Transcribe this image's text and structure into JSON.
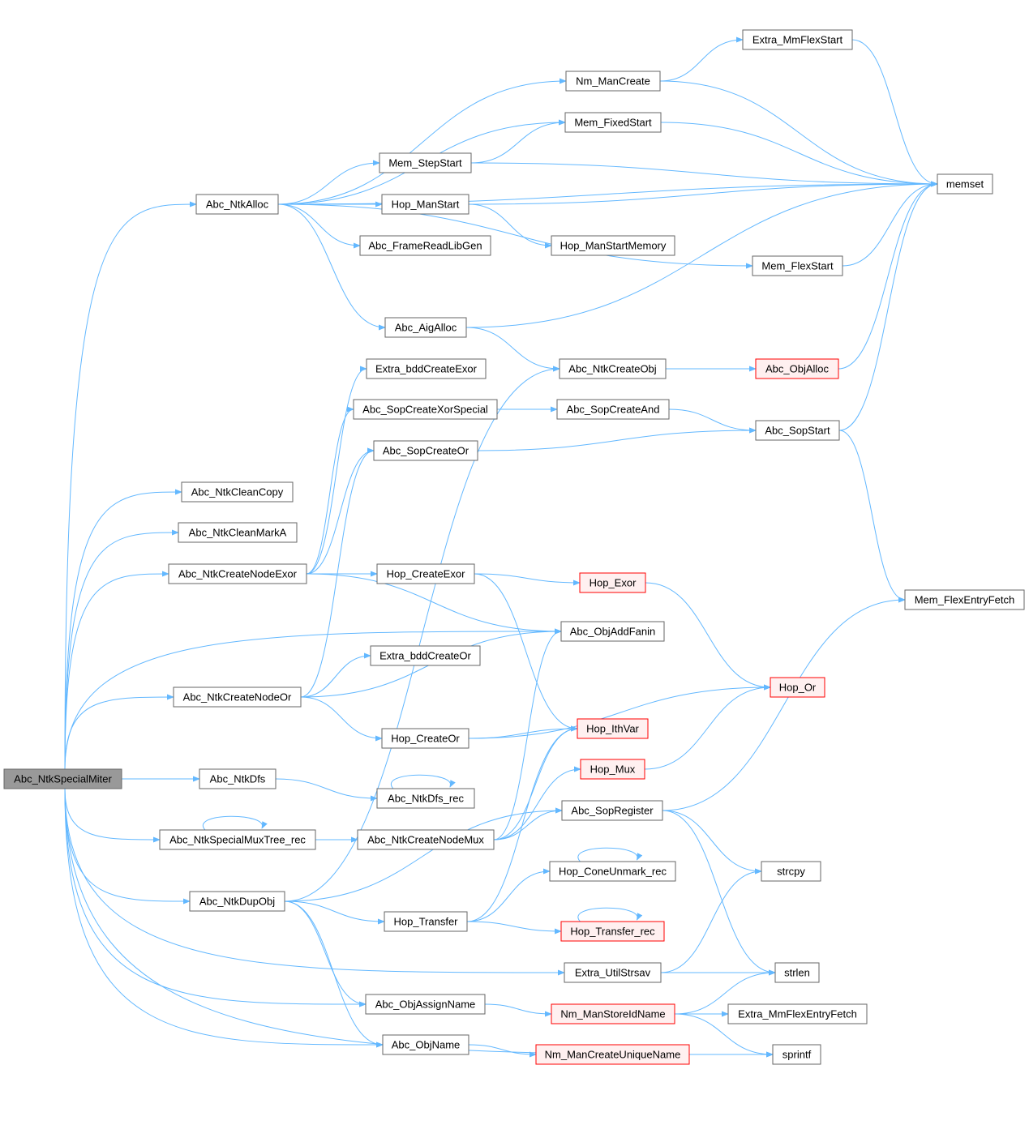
{
  "colors": {
    "edge": "#63b8ff",
    "node_border": "#666666",
    "root_fill": "#999999",
    "red_border": "#ff0000",
    "red_fill": "#fff0f0"
  },
  "nodes": [
    {
      "id": "miter",
      "label": "Abc_NtkSpecialMiter",
      "kind": "root"
    },
    {
      "id": "ntkAlloc",
      "label": "Abc_NtkAlloc",
      "kind": "normal"
    },
    {
      "id": "cleanCopy",
      "label": "Abc_NtkCleanCopy",
      "kind": "normal"
    },
    {
      "id": "cleanMarkA",
      "label": "Abc_NtkCleanMarkA",
      "kind": "normal"
    },
    {
      "id": "createNodeExor",
      "label": "Abc_NtkCreateNodeExor",
      "kind": "normal"
    },
    {
      "id": "createNodeOr",
      "label": "Abc_NtkCreateNodeOr",
      "kind": "normal"
    },
    {
      "id": "ntkDfs",
      "label": "Abc_NtkDfs",
      "kind": "normal"
    },
    {
      "id": "muxTreeRec",
      "label": "Abc_NtkSpecialMuxTree_rec",
      "kind": "normal"
    },
    {
      "id": "dupObj",
      "label": "Abc_NtkDupObj",
      "kind": "normal"
    },
    {
      "id": "mmFlexStart",
      "label": "Extra_MmFlexStart",
      "kind": "normal"
    },
    {
      "id": "nmManCreate",
      "label": "Nm_ManCreate",
      "kind": "normal"
    },
    {
      "id": "memFixedStart",
      "label": "Mem_FixedStart",
      "kind": "normal"
    },
    {
      "id": "memStepStart",
      "label": "Mem_StepStart",
      "kind": "normal"
    },
    {
      "id": "hopManStart",
      "label": "Hop_ManStart",
      "kind": "normal"
    },
    {
      "id": "frameReadLibGen",
      "label": "Abc_FrameReadLibGen",
      "kind": "normal"
    },
    {
      "id": "hopManStartMemory",
      "label": "Hop_ManStartMemory",
      "kind": "normal"
    },
    {
      "id": "memFlexStart",
      "label": "Mem_FlexStart",
      "kind": "normal"
    },
    {
      "id": "aigAlloc",
      "label": "Abc_AigAlloc",
      "kind": "normal"
    },
    {
      "id": "memset",
      "label": "memset",
      "kind": "normal"
    },
    {
      "id": "bddCreateExor",
      "label": "Extra_bddCreateExor",
      "kind": "normal"
    },
    {
      "id": "ntkCreateObj",
      "label": "Abc_NtkCreateObj",
      "kind": "normal"
    },
    {
      "id": "objAlloc",
      "label": "Abc_ObjAlloc",
      "kind": "red"
    },
    {
      "id": "sopCreateXorSpecial",
      "label": "Abc_SopCreateXorSpecial",
      "kind": "normal"
    },
    {
      "id": "sopCreateAnd",
      "label": "Abc_SopCreateAnd",
      "kind": "normal"
    },
    {
      "id": "sopStart",
      "label": "Abc_SopStart",
      "kind": "normal"
    },
    {
      "id": "sopCreateOr",
      "label": "Abc_SopCreateOr",
      "kind": "normal"
    },
    {
      "id": "memFlexEntryFetch",
      "label": "Mem_FlexEntryFetch",
      "kind": "normal"
    },
    {
      "id": "hopCreateExor",
      "label": "Hop_CreateExor",
      "kind": "normal"
    },
    {
      "id": "hopExor",
      "label": "Hop_Exor",
      "kind": "red"
    },
    {
      "id": "objAddFanin",
      "label": "Abc_ObjAddFanin",
      "kind": "normal"
    },
    {
      "id": "bddCreateOr",
      "label": "Extra_bddCreateOr",
      "kind": "normal"
    },
    {
      "id": "hopOr",
      "label": "Hop_Or",
      "kind": "red"
    },
    {
      "id": "hopCreateOr",
      "label": "Hop_CreateOr",
      "kind": "normal"
    },
    {
      "id": "hopIthVar",
      "label": "Hop_IthVar",
      "kind": "red"
    },
    {
      "id": "hopMux",
      "label": "Hop_Mux",
      "kind": "red"
    },
    {
      "id": "ntkDfsRec",
      "label": "Abc_NtkDfs_rec",
      "kind": "normal"
    },
    {
      "id": "sopRegister",
      "label": "Abc_SopRegister",
      "kind": "normal"
    },
    {
      "id": "createNodeMux",
      "label": "Abc_NtkCreateNodeMux",
      "kind": "normal"
    },
    {
      "id": "coneUnmarkRec",
      "label": "Hop_ConeUnmark_rec",
      "kind": "normal"
    },
    {
      "id": "strcpy",
      "label": "strcpy",
      "kind": "normal"
    },
    {
      "id": "hopTransfer",
      "label": "Hop_Transfer",
      "kind": "normal"
    },
    {
      "id": "hopTransferRec",
      "label": "Hop_Transfer_rec",
      "kind": "red"
    },
    {
      "id": "utilStrsav",
      "label": "Extra_UtilStrsav",
      "kind": "normal"
    },
    {
      "id": "strlen",
      "label": "strlen",
      "kind": "normal"
    },
    {
      "id": "objAssignName",
      "label": "Abc_ObjAssignName",
      "kind": "normal"
    },
    {
      "id": "storeIdName",
      "label": "Nm_ManStoreIdName",
      "kind": "red"
    },
    {
      "id": "mmFlexEntryFetch",
      "label": "Extra_MmFlexEntryFetch",
      "kind": "normal"
    },
    {
      "id": "objName",
      "label": "Abc_ObjName",
      "kind": "normal"
    },
    {
      "id": "createUniqueName",
      "label": "Nm_ManCreateUniqueName",
      "kind": "red"
    },
    {
      "id": "sprintf",
      "label": "sprintf",
      "kind": "normal"
    }
  ],
  "edges": [
    [
      "miter",
      "ntkAlloc"
    ],
    [
      "miter",
      "cleanCopy"
    ],
    [
      "miter",
      "cleanMarkA"
    ],
    [
      "miter",
      "createNodeExor"
    ],
    [
      "miter",
      "createNodeOr"
    ],
    [
      "miter",
      "ntkDfs"
    ],
    [
      "miter",
      "muxTreeRec"
    ],
    [
      "miter",
      "dupObj"
    ],
    [
      "miter",
      "objAddFanin"
    ],
    [
      "miter",
      "utilStrsav"
    ],
    [
      "miter",
      "objAssignName"
    ],
    [
      "miter",
      "objName"
    ],
    [
      "miter",
      "sprintf"
    ],
    [
      "ntkAlloc",
      "memset"
    ],
    [
      "ntkAlloc",
      "nmManCreate"
    ],
    [
      "ntkAlloc",
      "memFixedStart"
    ],
    [
      "ntkAlloc",
      "memStepStart"
    ],
    [
      "ntkAlloc",
      "hopManStart"
    ],
    [
      "ntkAlloc",
      "frameReadLibGen"
    ],
    [
      "ntkAlloc",
      "memFlexStart"
    ],
    [
      "ntkAlloc",
      "aigAlloc"
    ],
    [
      "nmManCreate",
      "mmFlexStart"
    ],
    [
      "nmManCreate",
      "memset"
    ],
    [
      "mmFlexStart",
      "memset"
    ],
    [
      "memFixedStart",
      "memset"
    ],
    [
      "memStepStart",
      "memFixedStart"
    ],
    [
      "memStepStart",
      "memset"
    ],
    [
      "hopManStart",
      "memset"
    ],
    [
      "hopManStart",
      "hopManStartMemory"
    ],
    [
      "memFlexStart",
      "memset"
    ],
    [
      "aigAlloc",
      "memset"
    ],
    [
      "aigAlloc",
      "ntkCreateObj"
    ],
    [
      "ntkCreateObj",
      "objAlloc"
    ],
    [
      "objAlloc",
      "memset"
    ],
    [
      "sopStart",
      "memset"
    ],
    [
      "sopStart",
      "memFlexEntryFetch"
    ],
    [
      "sopCreateXorSpecial",
      "sopCreateAnd"
    ],
    [
      "sopCreateAnd",
      "sopStart"
    ],
    [
      "sopCreateOr",
      "sopStart"
    ],
    [
      "createNodeExor",
      "bddCreateExor"
    ],
    [
      "createNodeExor",
      "sopCreateXorSpecial"
    ],
    [
      "createNodeExor",
      "sopCreateOr"
    ],
    [
      "createNodeExor",
      "hopCreateExor"
    ],
    [
      "createNodeExor",
      "objAddFanin"
    ],
    [
      "createNodeOr",
      "bddCreateOr"
    ],
    [
      "createNodeOr",
      "objAddFanin"
    ],
    [
      "createNodeOr",
      "hopCreateOr"
    ],
    [
      "createNodeOr",
      "sopCreateOr"
    ],
    [
      "hopCreateExor",
      "hopExor"
    ],
    [
      "hopCreateExor",
      "hopIthVar"
    ],
    [
      "hopExor",
      "hopOr"
    ],
    [
      "hopCreateOr",
      "hopOr"
    ],
    [
      "hopCreateOr",
      "hopIthVar"
    ],
    [
      "hopMux",
      "hopOr"
    ],
    [
      "ntkDfs",
      "ntkDfsRec"
    ],
    [
      "ntkDfsRec",
      "ntkDfsRec"
    ],
    [
      "muxTreeRec",
      "muxTreeRec"
    ],
    [
      "muxTreeRec",
      "createNodeMux"
    ],
    [
      "createNodeMux",
      "hopIthVar"
    ],
    [
      "createNodeMux",
      "hopMux"
    ],
    [
      "createNodeMux",
      "sopRegister"
    ],
    [
      "createNodeMux",
      "objAddFanin"
    ],
    [
      "dupObj",
      "ntkCreateObj"
    ],
    [
      "dupObj",
      "sopRegister"
    ],
    [
      "dupObj",
      "hopTransfer"
    ],
    [
      "dupObj",
      "objAssignName"
    ],
    [
      "dupObj",
      "objName"
    ],
    [
      "hopTransfer",
      "coneUnmarkRec"
    ],
    [
      "hopTransfer",
      "hopTransferRec"
    ],
    [
      "hopTransfer",
      "hopIthVar"
    ],
    [
      "coneUnmarkRec",
      "coneUnmarkRec"
    ],
    [
      "hopTransferRec",
      "hopTransferRec"
    ],
    [
      "sopRegister",
      "memFlexEntryFetch"
    ],
    [
      "sopRegister",
      "strcpy"
    ],
    [
      "sopRegister",
      "strlen"
    ],
    [
      "utilStrsav",
      "strcpy"
    ],
    [
      "utilStrsav",
      "strlen"
    ],
    [
      "objAssignName",
      "storeIdName"
    ],
    [
      "storeIdName",
      "strlen"
    ],
    [
      "storeIdName",
      "mmFlexEntryFetch"
    ],
    [
      "storeIdName",
      "sprintf"
    ],
    [
      "objName",
      "createUniqueName"
    ],
    [
      "createUniqueName",
      "sprintf"
    ]
  ]
}
